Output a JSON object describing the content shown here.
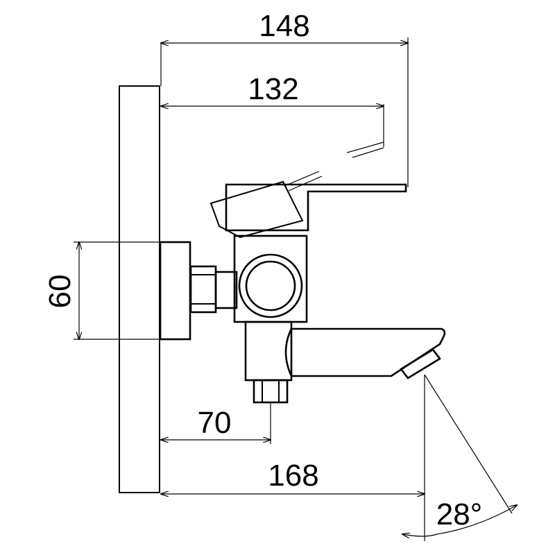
{
  "dimensions": {
    "total_height": "148",
    "handle_reach": "132",
    "body_width": "60",
    "inlet_offset": "70",
    "spout_reach": "168",
    "spout_angle": "28°"
  }
}
